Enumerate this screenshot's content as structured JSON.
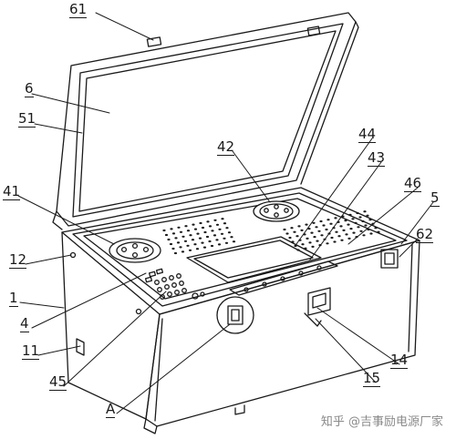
{
  "labels": {
    "l61": "61",
    "l6": "6",
    "l51": "51",
    "l42": "42",
    "l44": "44",
    "l43": "43",
    "l46": "46",
    "l5": "5",
    "l41": "41",
    "l62": "62",
    "l12": "12",
    "l1": "1",
    "l4": "4",
    "l11": "11",
    "l45": "45",
    "l14": "14",
    "l15": "15",
    "lA": "A"
  },
  "watermark": "知乎 @吉事励电源厂家",
  "colors": {
    "line": "#1a1a1a",
    "watermark": "#8a8a8a"
  }
}
